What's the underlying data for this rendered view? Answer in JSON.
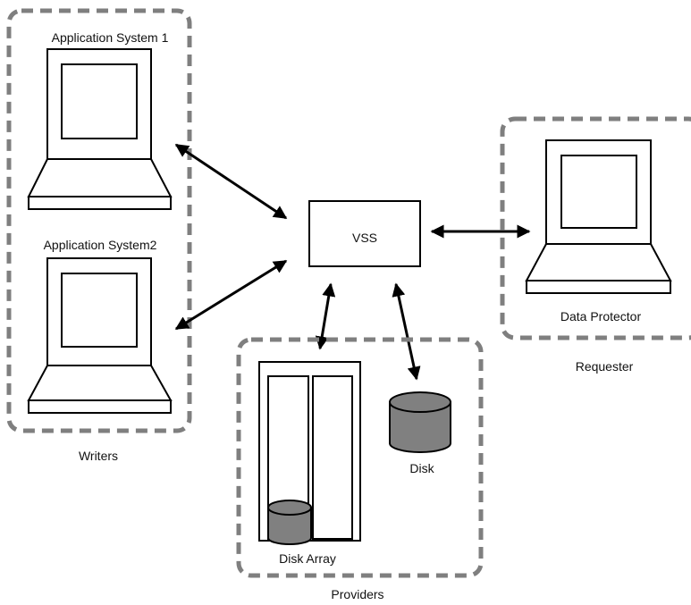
{
  "diagram": {
    "groups": {
      "writers": "Writers",
      "providers": "Providers",
      "requester": "Requester"
    },
    "nodes": {
      "app_system_1": "Application System 1",
      "app_system_2": "Application System2",
      "vss": "VSS",
      "data_protector": "Data Protector",
      "disk": "Disk",
      "disk_array": "Disk Array"
    }
  }
}
